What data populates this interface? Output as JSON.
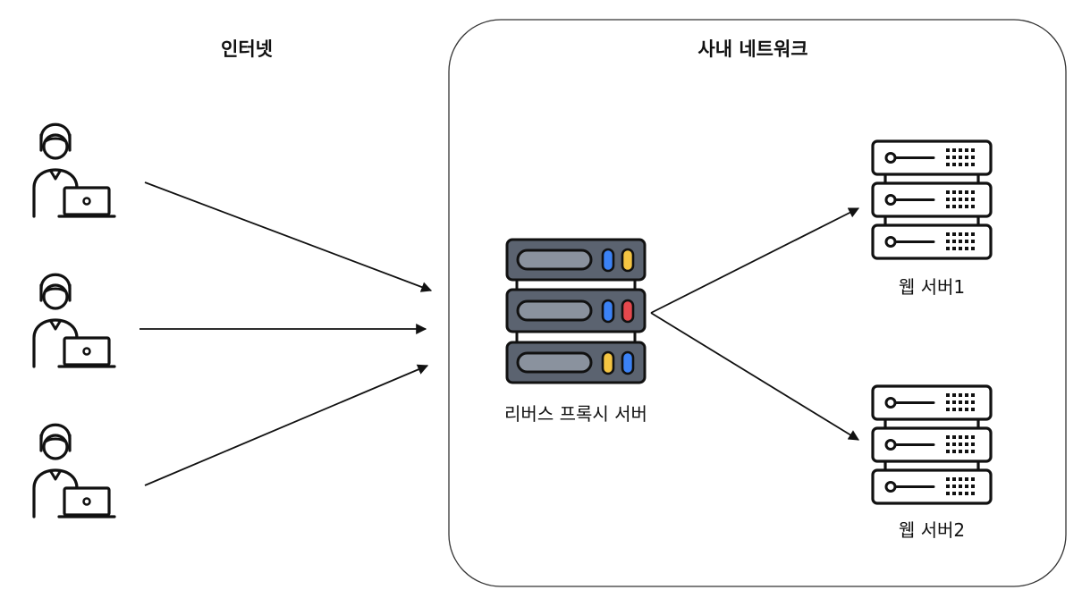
{
  "headers": {
    "internet": "인터넷",
    "internal_network": "사내 네트워크"
  },
  "nodes": {
    "reverse_proxy": "리버스 프록시 서버",
    "web_server_1": "웹 서버1",
    "web_server_2": "웹 서버2"
  },
  "clients": [
    {
      "icon": "user-laptop-icon"
    },
    {
      "icon": "user-laptop-icon"
    },
    {
      "icon": "user-laptop-icon"
    }
  ],
  "colors": {
    "line": "#111111",
    "proxy_body": "#5b6370",
    "proxy_slot": "#8a929e",
    "led_blue": "#3b82f6",
    "led_yellow": "#f5c542",
    "led_red": "#e5484d"
  }
}
